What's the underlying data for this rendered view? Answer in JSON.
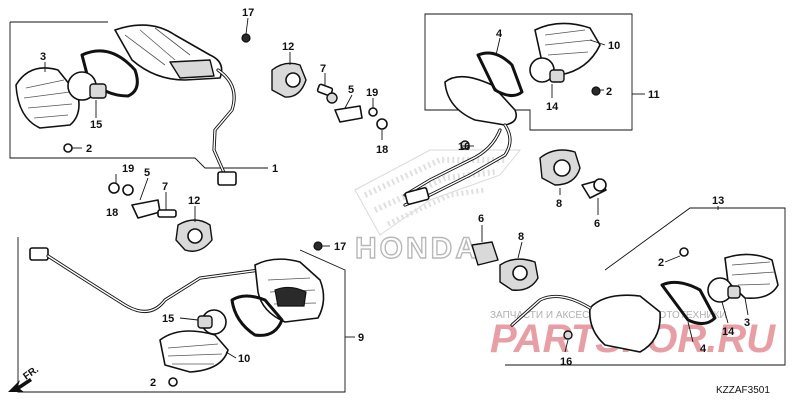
{
  "diagram": {
    "code": "KZZAF3501",
    "front_label": "FR.",
    "callouts": {
      "c1": "1",
      "c2a": "2",
      "c2b": "2",
      "c2c": "2",
      "c2d": "2",
      "c3": "3",
      "c4a": "4",
      "c4b": "4",
      "c5a": "5",
      "c5b": "5",
      "c6a": "6",
      "c6b": "6",
      "c7a": "7",
      "c7b": "7",
      "c8a": "8",
      "c8b": "8",
      "c9": "9",
      "c10a": "10",
      "c10b": "10",
      "c11": "11",
      "c12a": "12",
      "c12b": "12",
      "c13": "13",
      "c14a": "14",
      "c14b": "14",
      "c15a": "15",
      "c15b": "15",
      "c16a": "16",
      "c16b": "16",
      "c17a": "17",
      "c17b": "17",
      "c18a": "18",
      "c18b": "18",
      "c19a": "19",
      "c19b": "19"
    }
  },
  "watermark": {
    "logo_text": "HONDA",
    "caption": "ЗАПЧАСТИ И АКСЕССУАРЫ ДЛЯ МОТОТЕХНИКИ",
    "brand": "PARTSFOR.RU"
  }
}
